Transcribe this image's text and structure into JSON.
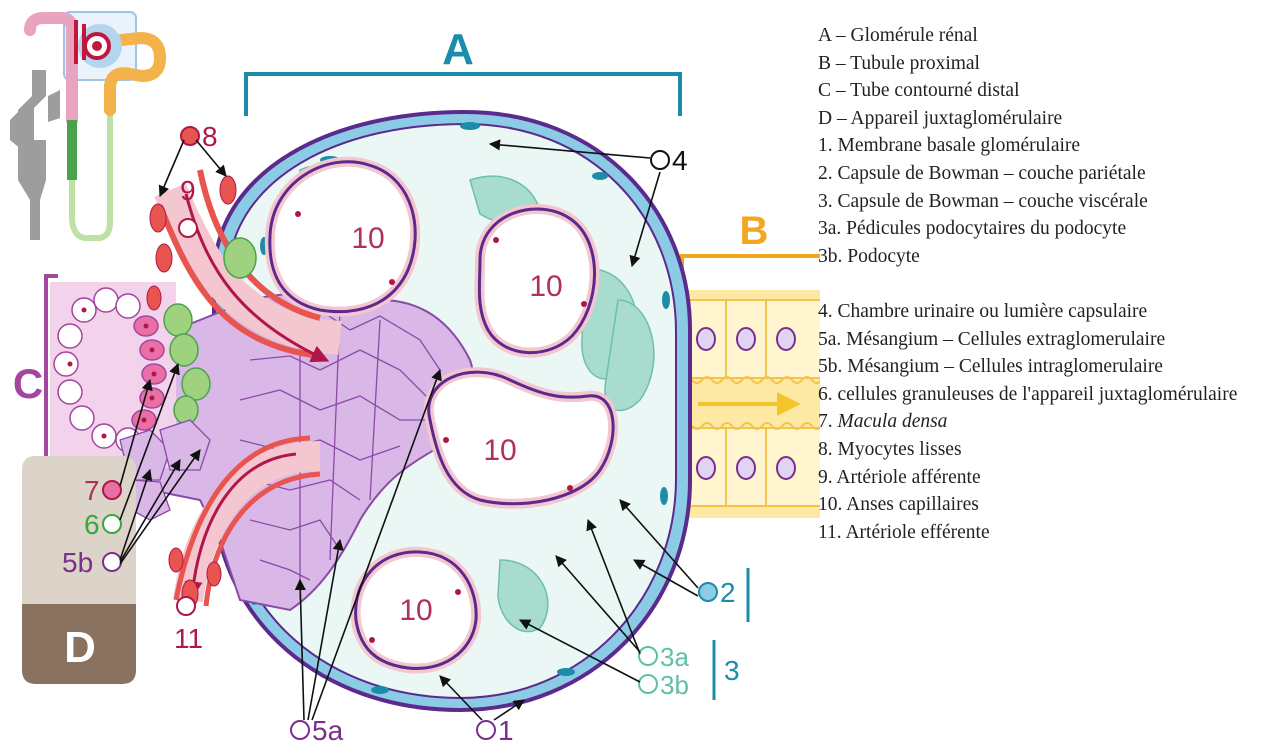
{
  "figure": {
    "letters": {
      "A": "A",
      "B": "B",
      "C": "C",
      "D": "D"
    },
    "capillary_labels": [
      "10",
      "10",
      "10",
      "10"
    ],
    "callouts": {
      "n1": "1",
      "n2": "2",
      "n3": "3",
      "n3a": "3a",
      "n3b": "3b",
      "n4": "4",
      "n5a": "5a",
      "n5b": "5b",
      "n6": "6",
      "n7": "7",
      "n8": "8",
      "n9": "9",
      "n11": "11"
    }
  },
  "legend": [
    {
      "prefix": "A – Glomérule rénal",
      "term": ""
    },
    {
      "prefix": "B – Tubule proximal",
      "term": ""
    },
    {
      "prefix": "C – Tube contourné distal",
      "term": ""
    },
    {
      "prefix": "D – Appareil juxtaglomérulaire",
      "term": ""
    },
    {
      "prefix": "1. Membrane basale glomérulaire",
      "term": ""
    },
    {
      "prefix": "2. Capsule de Bowman – couche pariétale",
      "term": ""
    },
    {
      "prefix": "3. Capsule de Bowman – couche viscérale",
      "term": ""
    },
    {
      "prefix": "3a. Pédicules podocytaires du podocyte",
      "term": ""
    },
    {
      "prefix": "3b. Podocyte",
      "term": ""
    },
    {
      "prefix": "4. Chambre urinaire ou lumière capsulaire",
      "term": ""
    },
    {
      "prefix": "5a. Mésangium – Cellules extraglomerulaire",
      "term": ""
    },
    {
      "prefix": "5b. Mésangium – Cellules intraglomerulaire",
      "term": ""
    },
    {
      "prefix": "6. cellules granuleuses de l'appareil juxtaglomérulaire",
      "term": ""
    },
    {
      "prefix": "7. ",
      "term": "Macula densa"
    },
    {
      "prefix": "8. Myocytes lisses",
      "term": ""
    },
    {
      "prefix": "9. Artériole afférente",
      "term": ""
    },
    {
      "prefix": "10. Anses capillaires",
      "term": ""
    },
    {
      "prefix": "11. Artériole efférente",
      "term": ""
    }
  ],
  "colors": {
    "capsule_outline": "#5b2a8c",
    "parietal_layer": "#9fd3ea",
    "urinary_space": "#eaf7f5",
    "podocyte": "#a8dccf",
    "capillary_fill": "#ffffff",
    "capillary_wall": "#f4c6cf",
    "mesangium": "#d9b8e8",
    "proximal_tubule": "#fbe7a6",
    "distal_tubule": "#f3d3ec",
    "macula_densa": "#ea6fa6",
    "granular_cells": "#9ed27f",
    "arteriole_red": "#b01748",
    "myocyte": "#e8544f",
    "label_teal": "#0a8ba8",
    "label_purple": "#7a2f8c",
    "label_green": "#36a83c",
    "juxta_box_top": "#ddd4c9",
    "juxta_box_bottom": "#8a7260"
  }
}
